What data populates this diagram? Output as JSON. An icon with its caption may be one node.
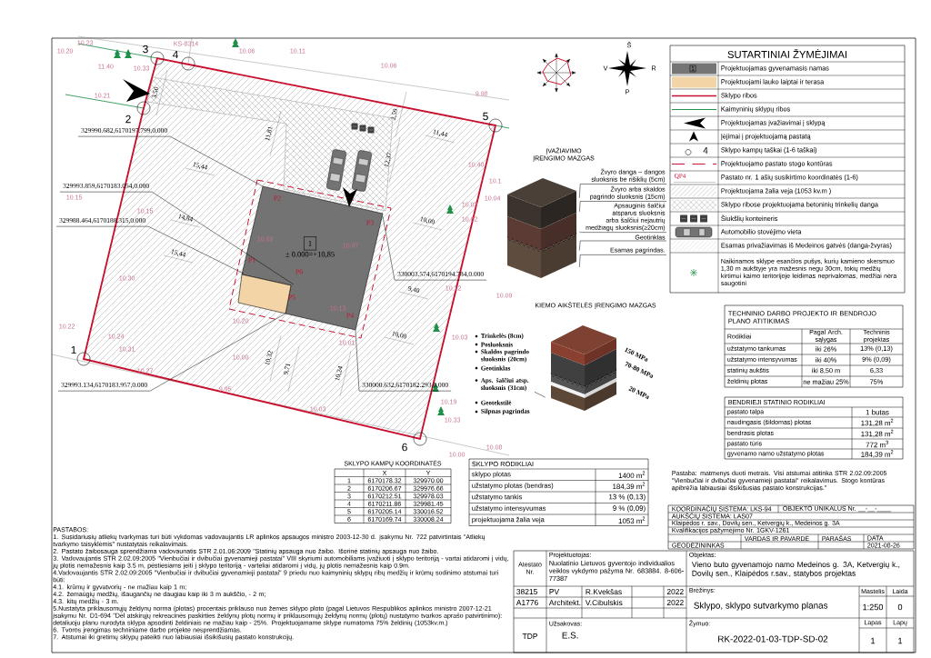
{
  "diagram": {
    "nodes": [
      {
        "text": [
          "1",
          "± 0.000=+10,85"
        ]
      },
      {
        "text": [
          "329990.682,6170197.799,0.000"
        ]
      },
      {
        "text": [
          "329993.859,6170183.054,0.000"
        ]
      },
      {
        "text": [
          "329988.464,6170188.315,0.000"
        ]
      },
      {
        "text": [
          "329993.134,6170183.957,0.000"
        ]
      },
      {
        "text": [
          "330003.574,6170194.784,0.000"
        ]
      },
      {
        "text": [
          "330000.632,6170182.293,0.000"
        ]
      },
      {
        "text": [],
        "shape": "picture"
      },
      {
        "text": [
          "Žvyro danga – dangos sluoksnis be rišiklių (5cm)"
        ]
      },
      {
        "text": [
          "Žvyro arba skaldos pagrindo sluoksnis (15cm)"
        ]
      },
      {
        "text": [
          "Apsauginis šalčiui atsparus sluoksnis arba šalčiui nejautrių medžiagų sluoksnis(≥20cm)"
        ]
      },
      {
        "text": [
          "Geotinklas"
        ]
      },
      {
        "text": [
          "Esamas pagrindas."
        ]
      },
      {
        "text": [],
        "shape": "picture"
      },
      {
        "text": [
          "Aps. šalčiui atsp. sluoksnis (31cm)"
        ]
      }
    ],
    "edges": [
      {
        "from": 1,
        "to": 0,
        "arrow": "none"
      },
      {
        "from": 2,
        "to": 0,
        "arrow": "none"
      },
      {
        "from": 3,
        "to": 0,
        "arrow": "none"
      },
      {
        "from": 4,
        "to": 0,
        "arrow": "none"
      },
      {
        "from": 5,
        "to": 0,
        "arrow": "none"
      },
      {
        "from": 6,
        "to": 0,
        "arrow": "none"
      },
      {
        "from": 8,
        "to": 7,
        "arrow": "none"
      },
      {
        "from": 9,
        "to": 7,
        "arrow": "none"
      },
      {
        "from": 10,
        "to": 7,
        "arrow": "none"
      },
      {
        "from": 11,
        "to": 7,
        "arrow": "none"
      },
      {
        "from": 12,
        "to": 7,
        "arrow": "none"
      },
      {
        "from": 14,
        "to": 13,
        "arrow": "none"
      }
    ],
    "labels": [
      "10.23",
      "KS-8314",
      "10.20",
      "10.06",
      "10.11",
      "11.40",
      "10.33",
      "10.06",
      "10.21",
      "9.98",
      "10.40",
      "10.1",
      "10.15",
      "10.04",
      "10.03",
      "10.15",
      "10.02",
      "10.08",
      "10.07",
      "10.30",
      "10.12",
      "10.09",
      "10.13",
      "10.20",
      "10.22",
      "10.24",
      "10.01",
      "10.03",
      "10.31",
      "10.00",
      "10.27",
      "9.95",
      "10.19",
      "10.03",
      "10.33",
      "10.08",
      "10.00",
      "15,44",
      "14,84",
      "15,44",
      "11,81",
      "12,37",
      "11,44",
      "10,00",
      "9,40",
      "10,00",
      "10,32",
      "9,71",
      "10,24",
      "3,50",
      "2,59",
      "3",
      "4",
      "2",
      "5",
      "1",
      "6",
      "P2",
      "P3",
      "P1",
      "P6",
      "P5",
      "P4",
      "Š",
      "V",
      "R",
      "P",
      "SUTARTINIAI ŽYMĖJIMAI",
      "1",
      "4",
      "QP4",
      "ĮVAŽIAVIMO ĮRENGIMO MAZGAS",
      "KIEMO AIKŠTELĖS ĮRENGIMO MAZGAS",
      "Trinkelės (8cm)",
      "Posluoksnis",
      "Skaldos pagrindo sluoksnis (20cm)",
      "Geotinklas",
      "Geotekstilė",
      "Silpnas pagrindas",
      "150 MPa",
      "70-80 MPa",
      "20 MPa",
      "TECHNINIO DARBO PROJEKTO IR BENDROJO PLANO ATITIKIMAS",
      "Rodikliai",
      "Pagal Arch. sąlygas",
      "Techninis projektas",
      "užstatymo tankumas",
      "iki 26%",
      "13% (0,13)",
      "užstatymo intensyvumas",
      "iki 40%",
      "9% (0,09)",
      "statinių aukštis",
      "iki 8,50 m",
      "6,33",
      "želdinių plotas",
      "ne mažiau 25%",
      "75%",
      "BENDRIEJI STATINIO RODIKLIAI",
      "pastato talpa",
      "1 butas",
      "naudingasis (šildomas) plotas",
      "131,28 m$^{2}$",
      "bendrasis plotas",
      "131,28 m$^{2}$",
      "pastato tūris",
      "772 m$^{3}$",
      "gyvenamo namo užstatymo plotas",
      "184,39 m$^{2}$",
      "SKLYPO KAMPŲ KOORDINATĖS",
      "X",
      "Y",
      "1",
      "6170178.32",
      "329970.00",
      "2",
      "6170206.67",
      "329976.66",
      "3",
      "6170212.51",
      "329978.03",
      "4",
      "6170211.86",
      "329981.45",
      "5",
      "6170205.14",
      "330016.52",
      "6",
      "6170169.74",
      "330008.24",
      "SKLYPO RODIKLIAI",
      "sklypo plotas",
      "1400 m$^{2}$",
      "užstatymo plotas (bendras)",
      "184,39 m$^{2}$",
      "užstatymo tankis",
      "13 % (0,13)",
      "užstatymo intensyvumas",
      "9 % (0,09)",
      "projektuojama žalia veja",
      "1053 m$^{2}$",
      "Pastaba: matmenys duoti metrais. Visi atstumai atitinka STR 2.02.09:2005 \"Vienbučiai ir dvibučiai gyvenamieji pastatai\" reikalavimus. Stogo kontūras apibrėžia labiausiai išsikišusias pastato konstrukcijas.\"",
      "PASTABOS:",
      "1. Susidariusių atliekų tvarkymas turi būti vykdomas vadovaujantis LR aplinkos apsaugos ministro 2003-12-30 d. įsakymu Nr. 722 patvirtintais \"Atliekų tvarkymo taisyklėmis\" nustatytais reikalavimais.",
      "2. Pastato žaibosauga sprendžiama vadovaunatis STR 2.01.06:2009 \"Statinių apsauga nuo žaibo. Išorinė statinių apsauga nuo žaibo.",
      "3. Vadovaujantis STR 2.02.09:2005 \"Vienbučiai ir dvibučiai gyvenamieji pastatai\" VIII skyriumi automobiliams įvažiuoti į sklypo teritoriją - vartai atidaromi į vidų, jų plotis nemažesnis kaip 3.5 m, pėstiesiams įeiti į sklypo teritoriją - varteliai atidaromi į vidų, jų plotis nemažesnis kaip 0.9m.",
      "4.Vadovaujantis STR 2.02.09:2005 \"Vienbučiai ir dvibučiai gyvenamieji pastatai\" 9 priedu nuo kaimyninių sklypų ribų medžių ir krūmų sodinimo atstumai turi būti:",
      "4.1. krūmų ir gyvatvorių - ne mažiau kaip 1 m;",
      "4.2. žemaūgių medžių, išaugančių ne daugiau kaip iki 3 m aukščio, - 2 m;",
      "4.3. kitų medžių - 3 m.",
      "5.Nustatyta priklausomųjų želdynų norma (plotas) procentais priklauso nuo žemės sklypo ploto (pagal Lietuvos Respublikos aplinkos ministro 2007-12-21 įsakymu Nr. D1-694 \"Dėl atskirųjų rekreacinės paskirties želdynų plotų normų ir priklausomųjų želdynų normų (plotų) nustatymo tvarkos aprašo patvirtinimo): detaliuoju planu nurodyta sklypa apsodinti želdiniais ne mažiau kaip - 25%. Projektuojamame sklype numatoma 75% želdinių (1053kv.m.)",
      "6. Tvoros įrengimas techniniame darbo projekte nesprendžiamas.",
      "7. Atstumai iki gretimų sklypų pateikti nuo labiausiai išsikišusių pastato konstrukcijų.",
      "KOORDINAČIŲ SISTEMA: LKS-94",
      "OBJEKTO UNIKALUS Nr. __-__-____",
      "AUKŠČIŲ SISTEMA: LAS07",
      "Klaipėdos r. sav., Dovilų sen., Ketvergių k., Medeinos g. 3A",
      "Kvalifikacijos pažymėjimo Nr. 1GKV-1261",
      "VARDAS IR PAVARDĖ",
      "PARAŠAS",
      "DATA",
      "GEODEZININKAS",
      "2021-08-26",
      "Atestato Nr.",
      "Projektuotojas:",
      "Nuolatinio Lietuvos gyventojo individualios veiklos vykdymo pažyma Nr. 683884. 8-606-77387",
      "Objektas:",
      "Vieno buto gyvenamojo namo Medeinos g. 3A, Ketvergių k., Dovilų sen., Klaipėdos r.sav., statybos projektas",
      "38215",
      "PV",
      "R.Kvekšas",
      "2022",
      "A1776",
      "Architekt.",
      "V.Cibulskis",
      "2022",
      "Brėžinys:",
      "Sklypo, sklypo sutvarkymo planas",
      "Mastelis",
      "Laida",
      "1:250",
      "0",
      "TDP",
      "Užsakovas:",
      "E.S.",
      "Žymuo:",
      "RK-2022-01-03-TDP-SD-02",
      "Lapas",
      "Lapų",
      "1",
      "1"
    ],
    "legend": [
      {
        "text": "Projektuojamas gyvenamasis namas",
        "color": "#757575"
      },
      {
        "text": "Projektuojami lauko laiptai ir terasa",
        "color": "#f2d4a6"
      },
      {
        "text": "Sklypo ribos"
      },
      {
        "text": "Kaimyninių sklypų ribos"
      },
      {
        "text": "Projektuojamas įvažiavimai į sklypą"
      },
      {
        "text": "Įėjimai į projektuojamą pastatą"
      },
      {
        "text": "Sklypo kampų taškai (1-6 taškai)"
      },
      {
        "text": "Projektuojamo pastato stogo kontūras"
      },
      {
        "text": "Pastato nr. 1 ašių susikirtimo koordinatės (1-6)"
      },
      {
        "text": "Projektuojama žalia veja (1053 kv.m )"
      },
      {
        "text": "Sklypo ribose projektuojama betoninių trinkelių danga"
      },
      {
        "text": "Šiukšlių konteineris"
      },
      {
        "text": "Automobilio stovėjimo vieta"
      },
      {
        "text": "Esamas privažiavimas iš Medeinos gatvės (danga-žvyras)"
      },
      {
        "text": "Naikinamos sklype esančios pušys, kurių kamieno skersmuo 1,30 m aukštyje yra mažesnis negu 30cm, tokių medžių kirtimui kaimo teritorijoje leidimas neprivalomas, medžiai nėra saugotini"
      }
    ]
  }
}
